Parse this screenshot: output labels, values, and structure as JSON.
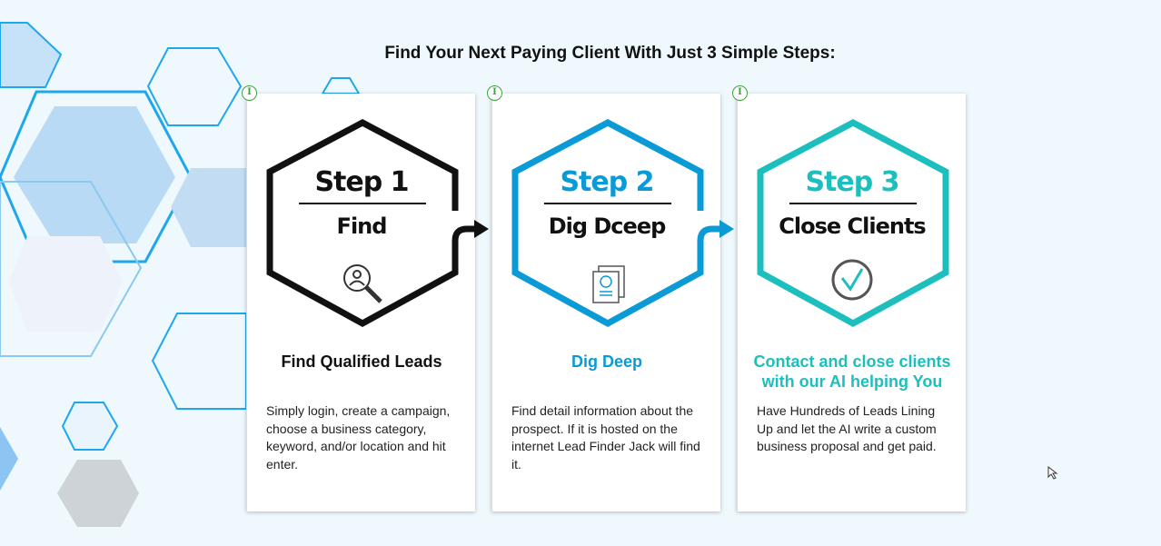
{
  "title": "Find Your Next Paying Client With Just 3 Simple Steps:",
  "colors": {
    "step1": "#111111",
    "step2": "#0a9ad6",
    "step3": "#1cbfbd"
  },
  "steps": [
    {
      "number": "Step 1",
      "name": "Find",
      "icon": "search-user-icon",
      "heading": "Find Qualified Leads",
      "text": "Simply login, create a campaign, choose a business category, keyword, and/or location and hit enter.",
      "info": "I"
    },
    {
      "number": "Step 2",
      "name": "Dig Dceep",
      "icon": "document-chart-icon",
      "heading": "Dig Deep",
      "text": "Find detail information about the prospect. If it is hosted on the internet Lead Finder Jack will find it.",
      "info": "I"
    },
    {
      "number": "Step 3",
      "name": "Close Clients",
      "icon": "check-circle-icon",
      "heading": "Contact and close clients with our AI helping You",
      "text": "Have Hundreds of Leads Lining Up and let the AI write a custom business proposal and get paid.",
      "info": "I"
    }
  ]
}
